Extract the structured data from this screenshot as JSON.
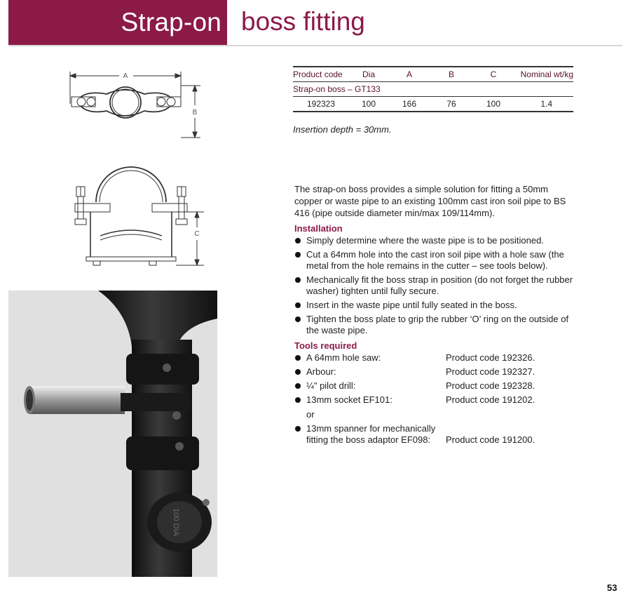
{
  "header": {
    "title_part1": "Strap-on",
    "title_part2": "boss fitting"
  },
  "diagram_labels": {
    "a": "A",
    "b": "B",
    "c": "C"
  },
  "table": {
    "headers": [
      "Product code",
      "Dia",
      "A",
      "B",
      "C",
      "Nominal wt/kg"
    ],
    "group": "Strap-on boss – GT133",
    "rows": [
      [
        "192323",
        "100",
        "166",
        "76",
        "100",
        "1.4"
      ]
    ]
  },
  "insertion": "Insertion depth = 30mm.",
  "intro": "The strap-on boss provides a simple solution for fitting a 50mm copper or waste pipe to an existing 100mm cast iron soil pipe to BS 416 (pipe outside diameter min/max 109/114mm).",
  "installation": {
    "heading": "Installation",
    "steps": [
      "Simply determine where the waste pipe is to be positioned.",
      "Cut a 64mm hole into the cast iron soil pipe with a hole saw (the metal from the hole remains in the cutter – see tools below).",
      "Mechanically fit the boss strap in position (do not forget the rubber washer) tighten until fully secure.",
      "Insert in the waste pipe until fully seated in the boss.",
      "Tighten the boss plate to grip the rubber ‘O’ ring on the outside of the waste pipe."
    ]
  },
  "tools": {
    "heading": "Tools required",
    "items": [
      {
        "name": "A 64mm hole saw:",
        "code": "Product code 192326."
      },
      {
        "name": "Arbour:",
        "code": "Product code 192327."
      },
      {
        "name": "¼\" pilot drill:",
        "code": "Product code 192328."
      },
      {
        "name": "13mm socket EF101:",
        "code": "Product code 191202."
      }
    ],
    "or": "or",
    "last": {
      "name_line1": "13mm spanner for mechanically",
      "name_line2": "fitting the boss adaptor EF098:",
      "code": "Product code 191200."
    }
  },
  "photo_text": "100 DIA",
  "page_number": "53",
  "colors": {
    "accent": "#8b1a48",
    "text": "#222222",
    "photo_bg": "#e0e0e0",
    "pipe": "#1f1f1f"
  }
}
